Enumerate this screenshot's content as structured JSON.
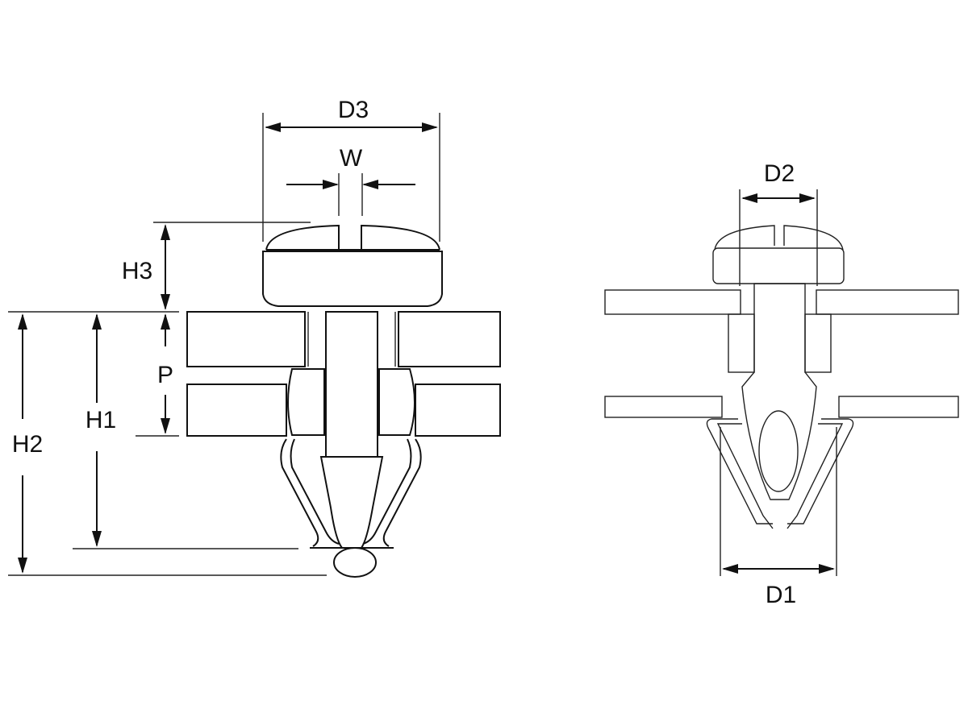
{
  "labels": {
    "d3": "D3",
    "w": "W",
    "h3": "H3",
    "p": "P",
    "h1": "H1",
    "h2": "H2",
    "d2": "D2",
    "d1": "D1"
  },
  "colors": {
    "line": "#111111",
    "background": "#ffffff"
  }
}
